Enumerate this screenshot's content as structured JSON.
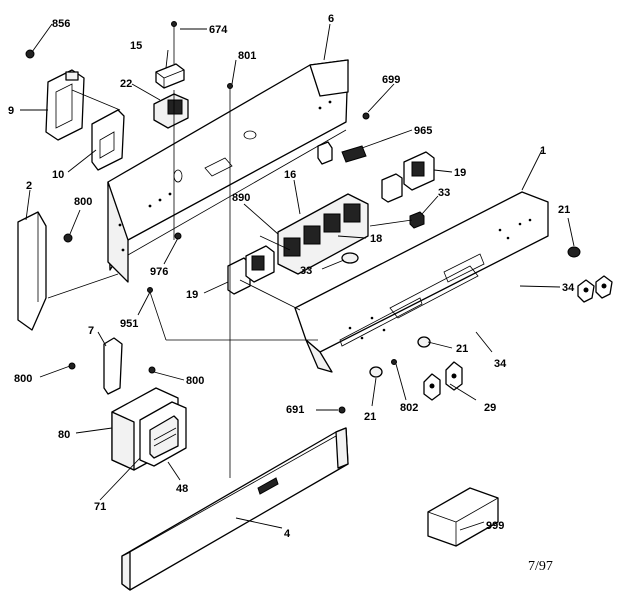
{
  "labels": {
    "l856": "856",
    "l674": "674",
    "l6": "6",
    "l15": "15",
    "l801": "801",
    "l699": "699",
    "l22": "22",
    "l9": "9",
    "l965": "965",
    "l1": "1",
    "l10": "10",
    "l16": "16",
    "l19a": "19",
    "l33a": "33",
    "l2": "2",
    "l890": "890",
    "l800a": "800",
    "l21a": "21",
    "l18": "18",
    "l976": "976",
    "l34a": "34",
    "l33b": "33",
    "l19b": "19",
    "l951": "951",
    "l7": "7",
    "l21b": "21",
    "l34b": "34",
    "l800b": "800",
    "l800c": "800",
    "l21c": "21",
    "l802": "802",
    "l29": "29",
    "l691": "691",
    "l80": "80",
    "l71": "71",
    "l48": "48",
    "l4": "4",
    "l999": "999"
  },
  "footer": {
    "date_code": "7/97"
  }
}
